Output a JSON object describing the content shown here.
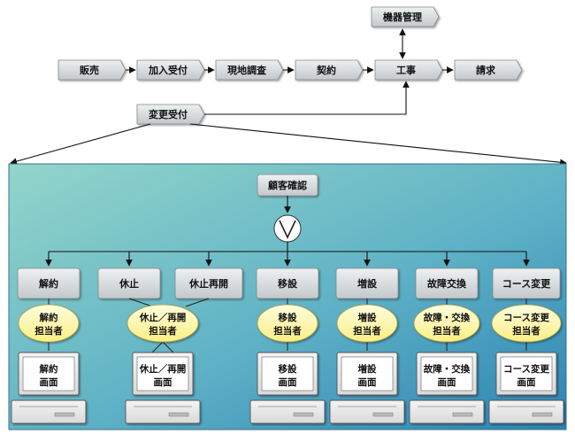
{
  "flow": {
    "hanbai": "販売",
    "kanyu_uketsuke": "加入受付",
    "genchi_chosa": "現地調査",
    "keiyaku": "契約",
    "koji": "工事",
    "seikyu": "請求",
    "kiki_kanri": "機器管理",
    "henko_uketsuke": "変更受付"
  },
  "decision": {
    "kokyaku_kakunin": "顧客確認",
    "or_symbol": "V"
  },
  "tasks": [
    {
      "label": "解約"
    },
    {
      "label": "休止"
    },
    {
      "label": "休止再開"
    },
    {
      "label": "移設"
    },
    {
      "label": "増設"
    },
    {
      "label": "故障交換"
    },
    {
      "label": "コース変更"
    }
  ],
  "roles": [
    {
      "line1": "解約",
      "line2": "担当者"
    },
    {
      "line1": "休止／再開",
      "line2": "担当者"
    },
    {
      "line1": "移設",
      "line2": "担当者"
    },
    {
      "line1": "増設",
      "line2": "担当者"
    },
    {
      "line1": "故障・交換",
      "line2": "担当者"
    },
    {
      "line1": "コース変更",
      "line2": "担当者"
    }
  ],
  "screens": [
    {
      "line1": "解約",
      "line2": "画面"
    },
    {
      "line1": "休止／再開",
      "line2": "画面"
    },
    {
      "line1": "移設",
      "line2": "画面"
    },
    {
      "line1": "増設",
      "line2": "画面"
    },
    {
      "line1": "故障・交換",
      "line2": "画面"
    },
    {
      "line1": "コース変更",
      "line2": "画面"
    }
  ],
  "colors": {
    "box_fill": "#d4d8da",
    "role_fill": "#fff7a8",
    "panel_start": "#8fd3c8",
    "panel_end": "#2e87b6",
    "arrow": "#111111"
  }
}
